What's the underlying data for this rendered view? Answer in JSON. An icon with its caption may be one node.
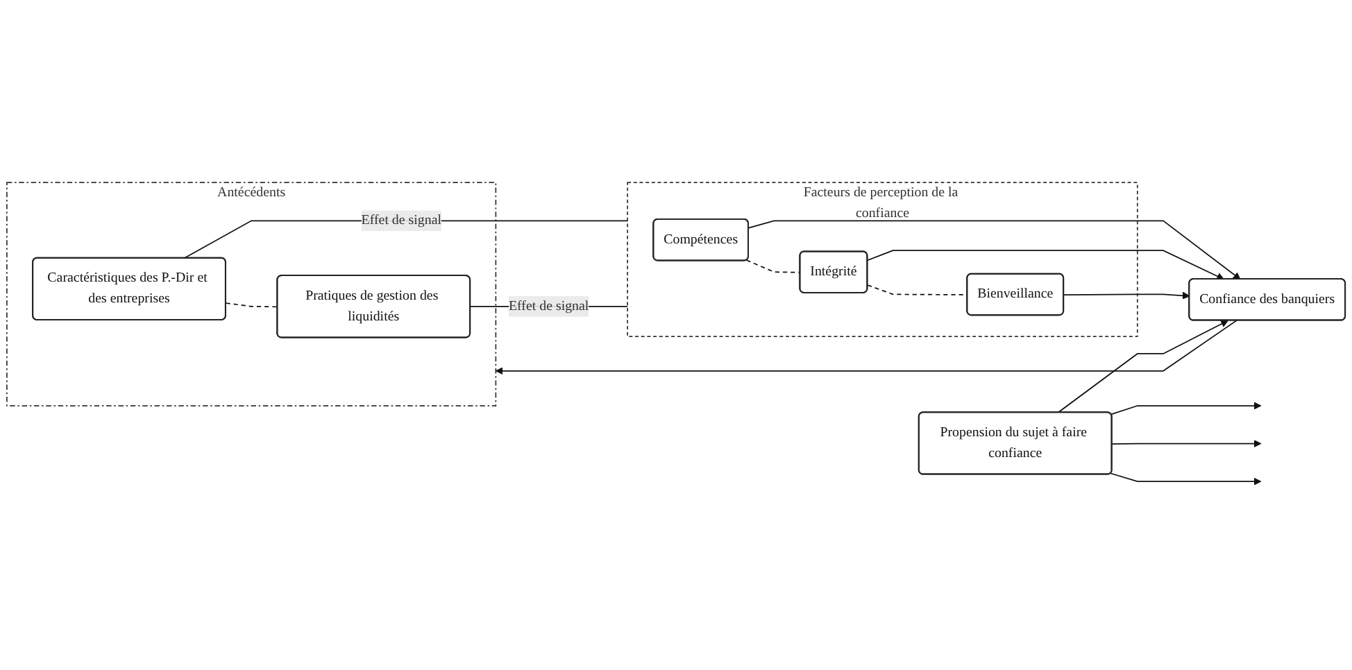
{
  "diagram": {
    "nodes": [
      {
        "text": [
          "Antécédents"
        ]
      },
      {
        "text": [
          "Caractéristiques des P.-Dir et des entreprises"
        ],
        "in": 0
      },
      {
        "text": [
          "Pratiques de gestion des liquidités"
        ],
        "in": 0
      },
      {
        "text": [
          "Facteurs de perception de la confiance"
        ]
      },
      {
        "text": [
          "Compétences"
        ],
        "in": 3
      },
      {
        "text": [
          "Intégrité"
        ],
        "in": 3
      },
      {
        "text": [
          "Bienveillance"
        ],
        "in": 3
      },
      {
        "text": [
          "Confiance des banquiers"
        ]
      },
      {
        "text": [
          "Propension du sujet à faire confiance"
        ]
      }
    ],
    "edges": [
      {
        "from": 1,
        "to": 2,
        "arrow": "none",
        "style": "dashed"
      },
      {
        "from": 1,
        "to": 3,
        "arrow": "none",
        "label": "Effet de signal"
      },
      {
        "from": 2,
        "to": 3,
        "arrow": "none",
        "label": "Effet de signal"
      },
      {
        "from": 4,
        "to": 5,
        "arrow": "none",
        "style": "dashed"
      },
      {
        "from": 5,
        "to": 6,
        "arrow": "none",
        "style": "dashed"
      },
      {
        "from": 4,
        "to": 7,
        "arrow": "to"
      },
      {
        "from": 5,
        "to": 7,
        "arrow": "to"
      },
      {
        "from": 6,
        "to": 7,
        "arrow": "to"
      },
      {
        "from": 8,
        "to": null,
        "arrow": "to"
      },
      {
        "from": 8,
        "to": null,
        "arrow": "to"
      },
      {
        "from": 8,
        "to": null,
        "arrow": "to"
      },
      {
        "from": 8,
        "to": 7,
        "arrow": "to"
      },
      {
        "from": 7,
        "to": 0,
        "arrow": "to"
      }
    ]
  }
}
